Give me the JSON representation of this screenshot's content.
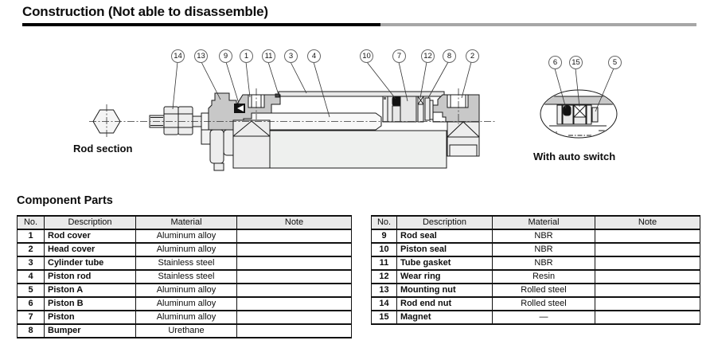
{
  "page": {
    "title": "Construction (Not able to disassemble)",
    "component_parts_heading": "Component Parts"
  },
  "diagram": {
    "rod_section_label": "Rod section",
    "auto_switch_label": "With auto switch",
    "callouts": [
      "14",
      "13",
      "9",
      "1",
      "11",
      "3",
      "4",
      "10",
      "7",
      "12",
      "8",
      "2",
      "6",
      "15",
      "5"
    ]
  },
  "tables": {
    "headers": [
      "No.",
      "Description",
      "Material",
      "Note"
    ],
    "left": {
      "rows": [
        {
          "no": "1",
          "description": "Rod cover",
          "material": "Aluminum alloy",
          "note": ""
        },
        {
          "no": "2",
          "description": "Head cover",
          "material": "Aluminum alloy",
          "note": ""
        },
        {
          "no": "3",
          "description": "Cylinder tube",
          "material": "Stainless steel",
          "note": ""
        },
        {
          "no": "4",
          "description": "Piston rod",
          "material": "Stainless steel",
          "note": ""
        },
        {
          "no": "5",
          "description": "Piston A",
          "material": "Aluminum alloy",
          "note": ""
        },
        {
          "no": "6",
          "description": "Piston B",
          "material": "Aluminum alloy",
          "note": ""
        },
        {
          "no": "7",
          "description": "Piston",
          "material": "Aluminum alloy",
          "note": ""
        },
        {
          "no": "8",
          "description": "Bumper",
          "material": "Urethane",
          "note": ""
        }
      ]
    },
    "right": {
      "rows": [
        {
          "no": "9",
          "description": "Rod seal",
          "material": "NBR",
          "note": ""
        },
        {
          "no": "10",
          "description": "Piston seal",
          "material": "NBR",
          "note": ""
        },
        {
          "no": "11",
          "description": "Tube gasket",
          "material": "NBR",
          "note": ""
        },
        {
          "no": "12",
          "description": "Wear ring",
          "material": "Resin",
          "note": ""
        },
        {
          "no": "13",
          "description": "Mounting nut",
          "material": "Rolled steel",
          "note": ""
        },
        {
          "no": "14",
          "description": "Rod end nut",
          "material": "Rolled steel",
          "note": ""
        },
        {
          "no": "15",
          "description": "Magnet",
          "material": "—",
          "note": ""
        }
      ]
    }
  },
  "colors": {
    "underline_black": "#000000",
    "underline_gray": "#a6a6a6",
    "table_header_bg": "#e9e9e9",
    "part_gray": "#c8c8c8",
    "part_light": "#ededed",
    "seal_black": "#111111"
  }
}
